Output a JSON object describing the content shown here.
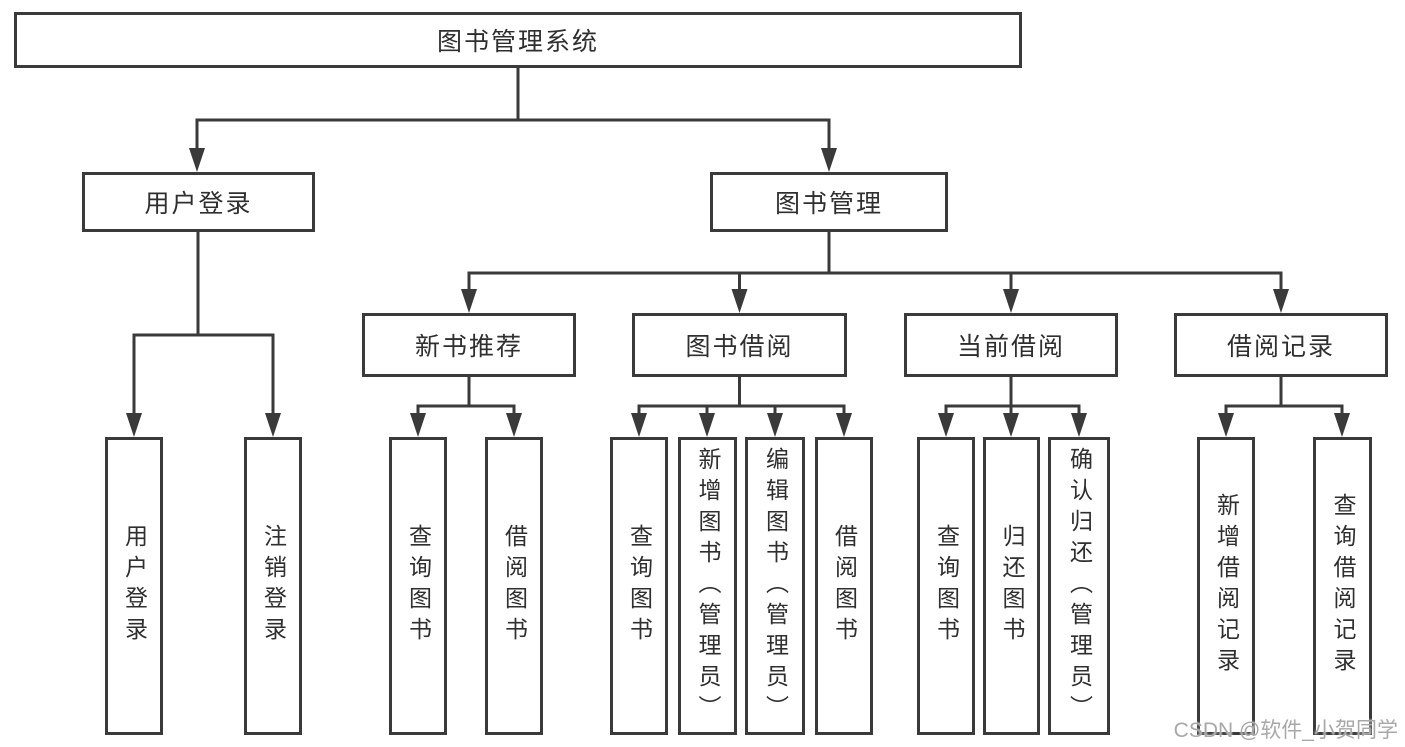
{
  "colors": {
    "line": "#3a3a3a",
    "text": "#2f2f2f",
    "background": "#ffffff",
    "watermark": "#a8a8a8"
  },
  "watermark": {
    "text": "CSDN @软件_小贺同学"
  },
  "tree": {
    "root": {
      "label": "图书管理系统"
    },
    "branches": [
      {
        "label": "用户登录",
        "children": [
          {
            "label": "用户登录"
          },
          {
            "label": "注销登录"
          }
        ]
      },
      {
        "label": "图书管理",
        "groups": [
          {
            "label": "新书推荐",
            "children": [
              {
                "label": "查询图书"
              },
              {
                "label": "借阅图书"
              }
            ]
          },
          {
            "label": "图书借阅",
            "children": [
              {
                "label": "查询图书"
              },
              {
                "label": "新增图书（管理员）"
              },
              {
                "label": "编辑图书（管理员）"
              },
              {
                "label": "借阅图书"
              }
            ]
          },
          {
            "label": "当前借阅",
            "children": [
              {
                "label": "查询图书"
              },
              {
                "label": "归还图书"
              },
              {
                "label": "确认归还（管理员）"
              }
            ]
          },
          {
            "label": "借阅记录",
            "children": [
              {
                "label": "新增借阅记录"
              },
              {
                "label": "查询借阅记录"
              }
            ]
          }
        ]
      }
    ]
  }
}
